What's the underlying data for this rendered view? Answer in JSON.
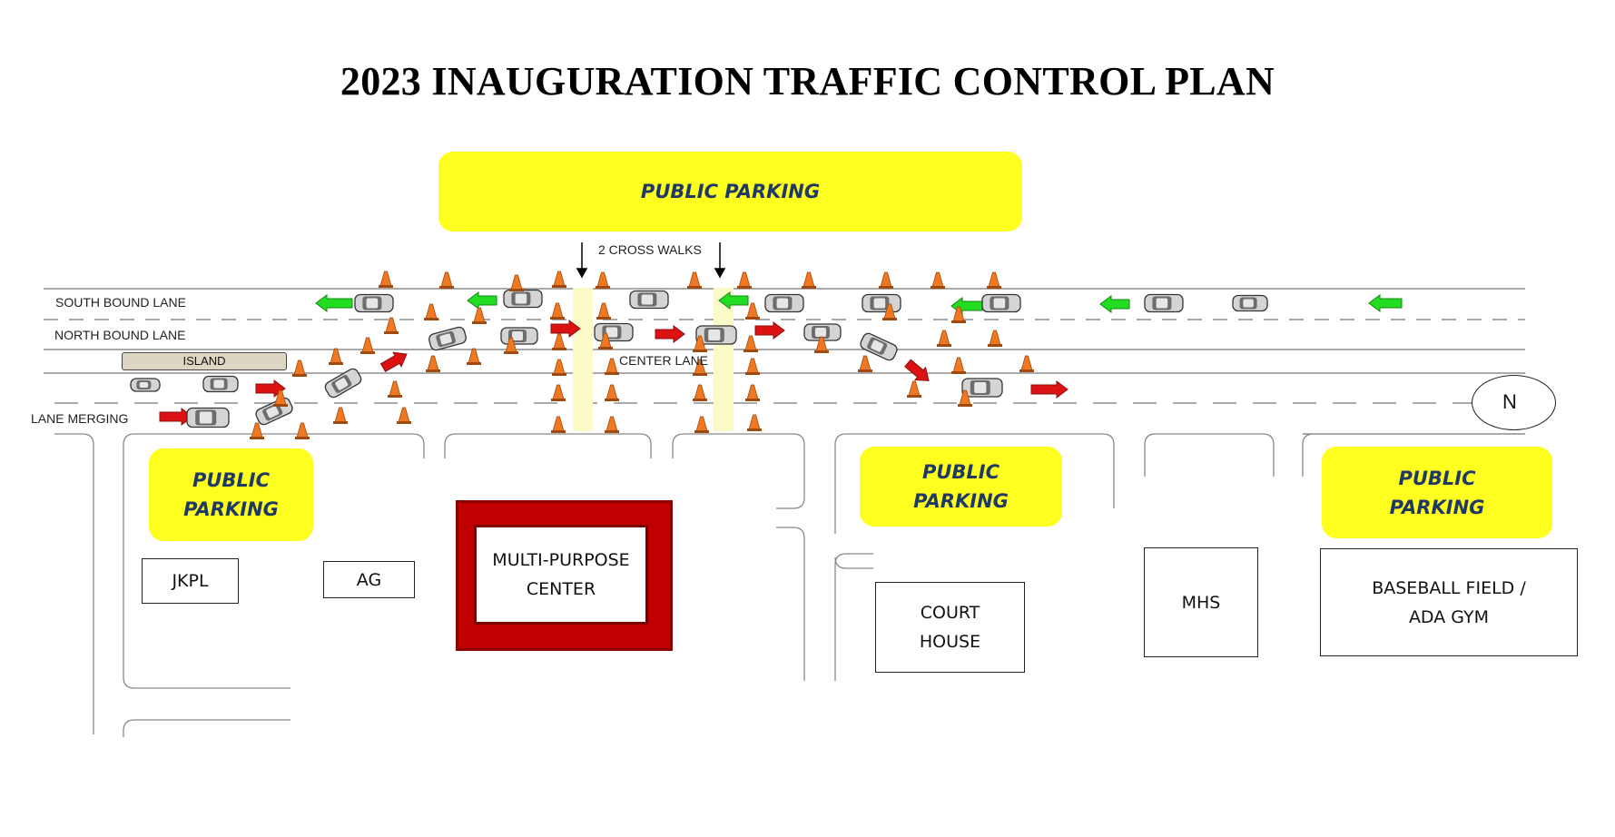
{
  "title": "2023 INAUGURATION TRAFFIC CONTROL PLAN",
  "parking": {
    "top": "PUBLIC PARKING",
    "left": [
      "PUBLIC",
      "PARKING"
    ],
    "middle": [
      "PUBLIC",
      "PARKING"
    ],
    "right": [
      "PUBLIC",
      "PARKING"
    ]
  },
  "labels": {
    "cross_walks": "2 CROSS WALKS",
    "south_bound": "SOUTH BOUND LANE",
    "north_bound": "NORTH BOUND LANE",
    "island": "ISLAND",
    "center_lane": "CENTER LANE",
    "lane_merging": "LANE MERGING",
    "compass": "N"
  },
  "buildings": {
    "jkpl": "JKPL",
    "ag": "AG",
    "mpc": [
      "MULTI-PURPOSE",
      "CENTER"
    ],
    "court_house": [
      "COURT",
      "HOUSE"
    ],
    "mhs": "MHS",
    "baseball": [
      "BASEBALL FIELD /",
      "ADA GYM"
    ]
  },
  "colors": {
    "parking": "#ffff1f",
    "parking_text": "#1f3864",
    "southbound_arrow": "#22dd22",
    "northbound_arrow": "#dd1111",
    "cone": "#f07820",
    "crosswalk": "#fafac8",
    "mpc": "#c00000"
  }
}
